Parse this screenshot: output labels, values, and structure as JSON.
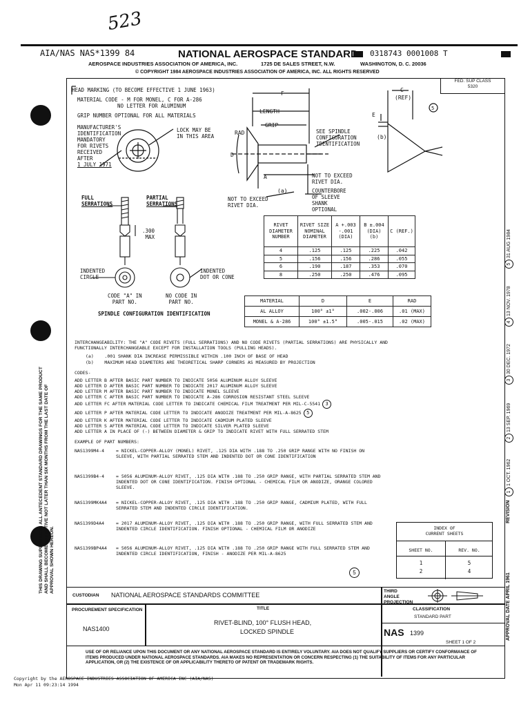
{
  "handwritten_note": "523",
  "header": {
    "doc_id": "AIA/NAS NAS*1399 84",
    "title": "NATIONAL AEROSPACE STANDARD",
    "barcode_number": "0318743 0001008 T",
    "org_line": "AEROSPACE INDUSTRIES ASSOCIATION OF AMERICA, INC.",
    "address": "1725 DE SALES STREET, N.W.",
    "city": "WASHINGTON, D. C.  20036",
    "copyright": "© COPYRIGHT 1984 AEROSPACE INDUSTRIES ASSOCIATION OF AMERICA, INC. ALL RIGHTS RESERVED"
  },
  "fed_sup_class": {
    "label": "FED. SUP CLASS",
    "value": "5320"
  },
  "notes_top": {
    "head_marking": "HEAD MARKING (TO BECOME EFFECTIVE 1 JUNE 1963)",
    "material_code": "MATERIAL CODE - M FOR MONEL, C FOR A-286",
    "material_code2": "NO LETTER FOR ALUMINUM",
    "grip_number": "GRIP NUMBER OPTIONAL FOR ALL MATERIALS",
    "manufacturer": [
      "MANUFACTURER'S",
      "IDENTIFICATION",
      "MANDATORY",
      "FOR RIVETS",
      "RECEIVED",
      "AFTER",
      "1 JULY 1971"
    ],
    "lock_may_be": [
      "LOCK MAY BE",
      "IN THIS AREA"
    ],
    "see_spindle": [
      "SEE SPINDLE",
      "CONFIGURATION",
      "IDENTIFICATION"
    ],
    "not_exceed_rivet": [
      "NOT TO EXCEED",
      "RIVET DIA."
    ],
    "counterbore": [
      "COUNTERBORE",
      "OF SLEEVE",
      "SHANK",
      "OPTIONAL"
    ],
    "not_exceed_rivet2": [
      "NOT TO EXCEED",
      "RIVET DIA."
    ],
    "labels": {
      "f": "F",
      "length": "LENGTH",
      "grip": "GRIP",
      "rad": "RAD",
      "d": "D",
      "a": "A",
      "a_paren": "(a)",
      "c": "C",
      "ref": "(REF)",
      "e": "E",
      "b": "(b)",
      "rev5": "5"
    }
  },
  "spindle": {
    "full": [
      "FULL",
      "SERRATIONS"
    ],
    "partial": [
      "PARTIAL",
      "SERRATIONS"
    ],
    "dim": [
      ".300",
      "MAX"
    ],
    "indented_circle": [
      "INDENTED",
      "CIRCLE"
    ],
    "indented_dot": [
      "INDENTED",
      "DOT OR CONE"
    ],
    "code_a": [
      "CODE \"A\" IN",
      "PART NO."
    ],
    "no_code": [
      "NO CODE IN",
      "PART NO."
    ],
    "caption": "SPINDLE CONFIGURATION IDENTIFICATION"
  },
  "dim_table": {
    "headers": [
      "RIVET DIAMETER NUMBER",
      "RIVET SIZE NOMINAL DIAMETER",
      "A +.003 -.001 (DIA)",
      "B ±.004 (DIA) (b)",
      "C (REF.)"
    ],
    "rows": [
      [
        "4",
        ".125",
        ".125",
        ".225",
        ".042"
      ],
      [
        "5",
        ".156",
        ".156",
        ".286",
        ".055"
      ],
      [
        "6",
        ".190",
        ".187",
        ".353",
        ".070"
      ],
      [
        "8",
        ".250",
        ".250",
        ".476",
        ".095"
      ]
    ]
  },
  "mat_table": {
    "headers": [
      "MATERIAL",
      "D",
      "E",
      "RAD"
    ],
    "rows": [
      [
        "AL ALLOY",
        "100° ±1°",
        ".002-.006",
        ".01 (MAX)"
      ],
      [
        "MONEL & A-286",
        "100° ±1.5°",
        ".005-.015",
        ".02 (MAX)"
      ]
    ]
  },
  "interchange": "INTERCHANGEABILITY:  THE \"A\" CODE RIVETS (FULL SERRATIONS) AND NO CODE RIVETS (PARTIAL SERRATIONS) ARE PHYSICALLY AND FUNCTIONALLY INTERCHANGEABLE EXCEPT FOR INSTALLATION TOOLS (PULLING HEADS).",
  "notes": [
    {
      "k": "(a)",
      "t": ".001 SHANK DIA INCREASE PERMISSIBLE WITHIN .100 INCH OF BASE OF HEAD"
    },
    {
      "k": "(b)",
      "t": "MAXIMUM HEAD DIAMETERS ARE THEORETICAL SHARP CORNERS AS MEASURED BY PROJECTION"
    }
  ],
  "codes_label": "CODES-",
  "codes": [
    "ADD LETTER B AFTER BASIC PART NUMBER TO INDICATE 5056 ALUMINUM ALLOY SLEEVE",
    "ADD LETTER D AFTER BASIC PART NUMBER TO INDICATE 2017 ALUMINUM ALLOY SLEEVE",
    "ADD LETTER M AFTER BASIC PART NUMBER TO INDICATE MONEL SLEEVE",
    "ADD LETTER C AFTER BASIC PART NUMBER TO INDICATE A-286 CORROSION RESISTANT STEEL SLEEVE",
    "ADD LETTER FC AFTER MATERIAL CODE LETTER TO INDICATE CHEMICAL FILM TREATMENT PER MIL-C-5541",
    "ADD LETTER P AFTER MATERIAL CODE LETTER TO INDICATE ANODIZE TREATMENT PER MIL-A-8625",
    "ADD LETTER K AFTER MATERIAL CODE LETTER TO INDICATE CADMIUM PLATED SLEEVE",
    "ADD LETTER S AFTER MATERIAL CODE LETTER TO INDICATE SILVER PLATED SLEEVE",
    "ADD LETTER A IN PLACE OF (-) BETWEEN DIAMETER & GRIP TO INDICATE RIVET WITH FULL SERRATED STEM"
  ],
  "examples_label": "EXAMPLE OF PART NUMBERS:",
  "examples": [
    {
      "pn": "NAS1399M4-4",
      "t": "= NICKEL-COPPER-ALLOY (MONEL) RIVET, .125 DIA WITH .188 TO .250 GRIP RANGE WITH NO FINISH ON SLEEVE, WITH PARTIAL SERRATED STEM AND INDENTED DOT OR CONE IDENTIFICATION"
    },
    {
      "pn": "NAS1399B4-4",
      "t": "= 5056 ALUMINUM-ALLOY RIVET, .125 DIA WITH .188 TO .250 GRIP RANGE, WITH PARTIAL SERRATED STEM AND INDENTED DOT OR CONE IDENTIFICATION.  FINISH OPTIONAL - CHEMICAL FILM OR ANODIZE, ORANGE COLORED SLEEVE."
    },
    {
      "pn": "NAS1399MK4A4",
      "t": "= NICKEL-COPPER-ALLOY RIVET, .125 DIA WITH .188 TO .250 GRIP RANGE, CADMIUM PLATED, WITH FULL SERRATED STEM AND INDENTED CIRCLE IDENTIFICATION."
    },
    {
      "pn": "NAS1399D4A4",
      "t": "= 2017 ALUMINUM-ALLOY RIVET, .125 DIA WITH .188 TO .250 GRIP RANGE, WITH FULL SERRATED STEM AND INDENTED CIRCLE IDENTIFICATION.  FINISH OPTIONAL - CHEMICAL FILM OR ANODIZE"
    },
    {
      "pn": "NAS1399BP4A4",
      "t": "= 5056 ALUMINUM-ALLOY RIVET, .125 DIA WITH .188 TO .250 GRIP RANGE WITH FULL SERRATED STEM AND INDENTED CIRCLE IDENTIFICATION, FINISH - ANODIZE PER MIL-A-8625"
    }
  ],
  "index": {
    "title1": "INDEX OF",
    "title2": "CURRENT SHEETS",
    "headers": [
      "SHEET NO.",
      "REV. NO."
    ],
    "rows": [
      [
        "1",
        "5"
      ],
      [
        "2",
        "4"
      ]
    ]
  },
  "title_block": {
    "custodian_label": "CUSTODIAN",
    "custodian": "NATIONAL AEROSPACE STANDARDS COMMITTEE",
    "third_angle": "THIRD ANGLE PROJECTION",
    "procurement_label": "PROCUREMENT SPECIFICATION",
    "procurement": "NAS1400",
    "title_label": "TITLE",
    "title_line1": "RIVET-BLIND, 100° FLUSH HEAD,",
    "title_line2": "LOCKED SPINDLE",
    "classification_label": "CLASSIFICATION",
    "classification": "STANDARD PART",
    "nas": "NAS",
    "nas_number": "1399",
    "sheet": "SHEET 1 OF 2"
  },
  "disclaimer": "USE OF OR RELIANCE UPON THIS DOCUMENT OR ANY NATIONAL AEROSPACE STANDARD IS ENTIRELY VOLUNTARY. AIA DOES NOT QUALIFY SUPPLIERS OR CERTIFY CONFORMANCE OF ITEMS PRODUCED UNDER NATIONAL AEROSPACE STANDARDS. AIA MAKES NO REPRESENTATION OR CONCERN RESPECTING (1) THE SUITABILITY OF ITEMS FOR ANY PARTICULAR APPLICATION, OR (2) THE EXISTENCE OF OR APPLICABILITY THERETO OF PATENT OR TRADEMARK RIGHTS.",
  "left_margin": "THIS DRAWING SUPERSEDES ALL ANTECEDENT STANDARD DRAWINGS FOR THE SAME PRODUCT AND SHALL BECOME EFFECTIVE NOT LATER THAN SIX MONTHS FROM THE LAST DATE OF APPROVAL SHOWN HEREON.",
  "right_margin": {
    "approval": "APPROVAL DATE  APRIL 1961",
    "revision": "REVISION",
    "revs": [
      "1 OCT. 1962",
      "13 SEP. 1969",
      "30 DEC. 1972",
      "13 NOV. 1978",
      "31 AUG 1984"
    ]
  },
  "footer": {
    "line1": "Copyright by the AEROSPACE INDUSTRIES ASSOCIATION OF AMERICA INC (AIA/NAS)",
    "line2": "Mon Apr 11 09:23:14 1994"
  }
}
